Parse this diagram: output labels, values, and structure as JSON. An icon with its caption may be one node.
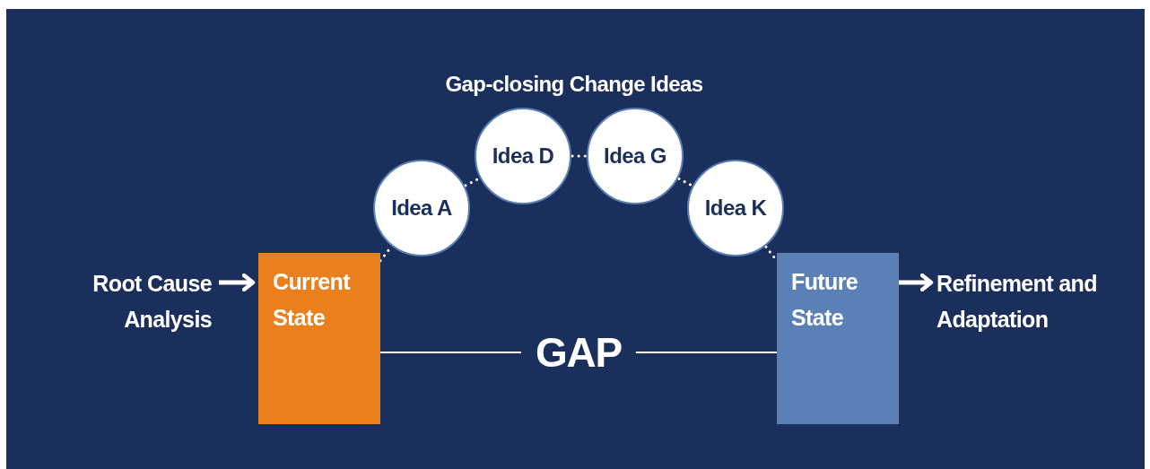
{
  "diagram": {
    "nodes": [
      {
        "text": [
          "Root Cause Analysis"
        ]
      },
      {
        "text": [
          "Current State"
        ]
      },
      {
        "text": [
          "Idea A"
        ]
      },
      {
        "text": [
          "Idea D"
        ]
      },
      {
        "text": [
          "Idea G"
        ]
      },
      {
        "text": [
          "Idea K"
        ]
      },
      {
        "text": [
          "Future State"
        ]
      },
      {
        "text": [
          "Refinement and Adaptation"
        ]
      }
    ],
    "edges": [
      {
        "from": 0,
        "to": 1,
        "arrow": "to"
      },
      {
        "from": 1,
        "to": 2,
        "arrow": "none",
        "style": "dashed"
      },
      {
        "from": 2,
        "to": 3,
        "arrow": "none",
        "style": "dashed"
      },
      {
        "from": 3,
        "to": 4,
        "arrow": "none",
        "style": "dashed"
      },
      {
        "from": 4,
        "to": 5,
        "arrow": "none",
        "style": "dashed"
      },
      {
        "from": 5,
        "to": 6,
        "arrow": "none",
        "style": "dashed"
      },
      {
        "from": 6,
        "to": 7,
        "arrow": "to"
      },
      {
        "from": 1,
        "to": 6,
        "arrow": "none",
        "label": "GAP"
      }
    ],
    "labels": [
      "Gap-closing Change Ideas"
    ]
  }
}
